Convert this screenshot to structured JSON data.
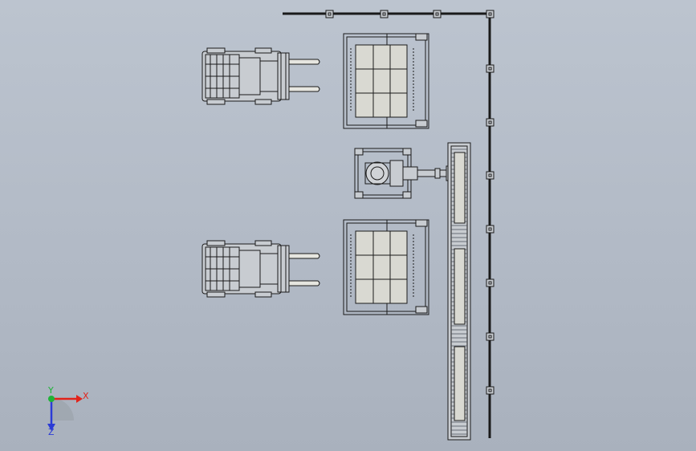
{
  "viewport": {
    "background_top": "#bcc4cf",
    "background_bottom": "#a9b1bd",
    "line_color": "#1a1a1a",
    "part_fill": "#c8ccd1",
    "pallet_fill": "#d9d9d2"
  },
  "triad": {
    "x_label": "X",
    "y_label": "Y",
    "z_label": "Z",
    "x_color": "#e2231a",
    "y_color": "#1fb337",
    "z_color": "#2b3bd6"
  }
}
